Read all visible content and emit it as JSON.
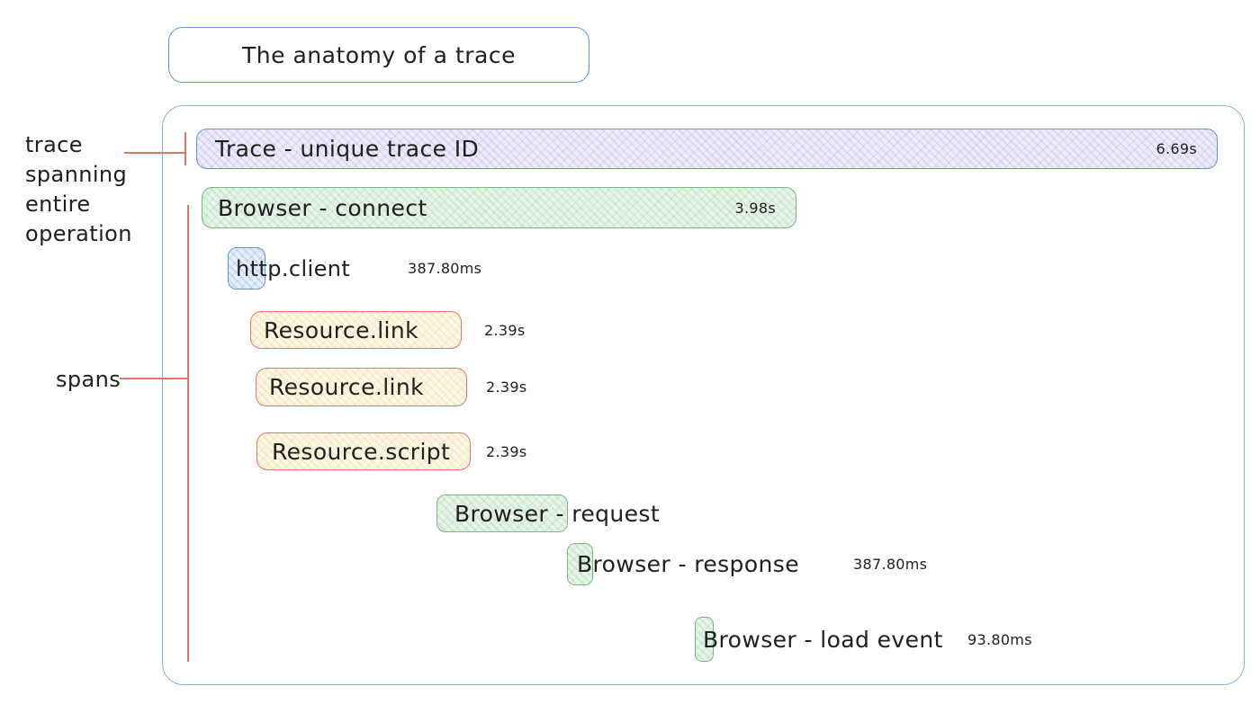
{
  "title_card": {
    "label": "The anatomy of a trace"
  },
  "annotations": {
    "trace_note": "trace\nspanning\nentire\noperation",
    "spans_note": "spans"
  },
  "colors": {
    "blue_border": "#5e97d2",
    "container_border": "#85b3e4",
    "purple_fill": "#edebfa",
    "green_border": "#74b87c",
    "green_fill": "#e6f4e7",
    "yellow_fill": "#fdf8e6",
    "red_border": "#e2766b",
    "annotation_red": "#e2726b",
    "text": "#202020",
    "blue_fill": "#e7eefb"
  },
  "spans": [
    {
      "label": "Trace - unique trace ID",
      "duration": "6.69s",
      "color": "purple"
    },
    {
      "label": "Browser - connect",
      "duration": "3.98s",
      "color": "green"
    },
    {
      "label": "http.client",
      "duration": "387.80ms",
      "color": "blue"
    },
    {
      "label": "Resource.link",
      "duration": "2.39s",
      "color": "yellow"
    },
    {
      "label": "Resource.link",
      "duration": "2.39s",
      "color": "yellow"
    },
    {
      "label": "Resource.script",
      "duration": "2.39s",
      "color": "yellow"
    },
    {
      "label": "Browser - request",
      "duration": "",
      "color": "green"
    },
    {
      "label": "Browser - response",
      "duration": "387.80ms",
      "color": "green"
    },
    {
      "label": "Browser - load event",
      "duration": "93.80ms",
      "color": "green"
    }
  ]
}
